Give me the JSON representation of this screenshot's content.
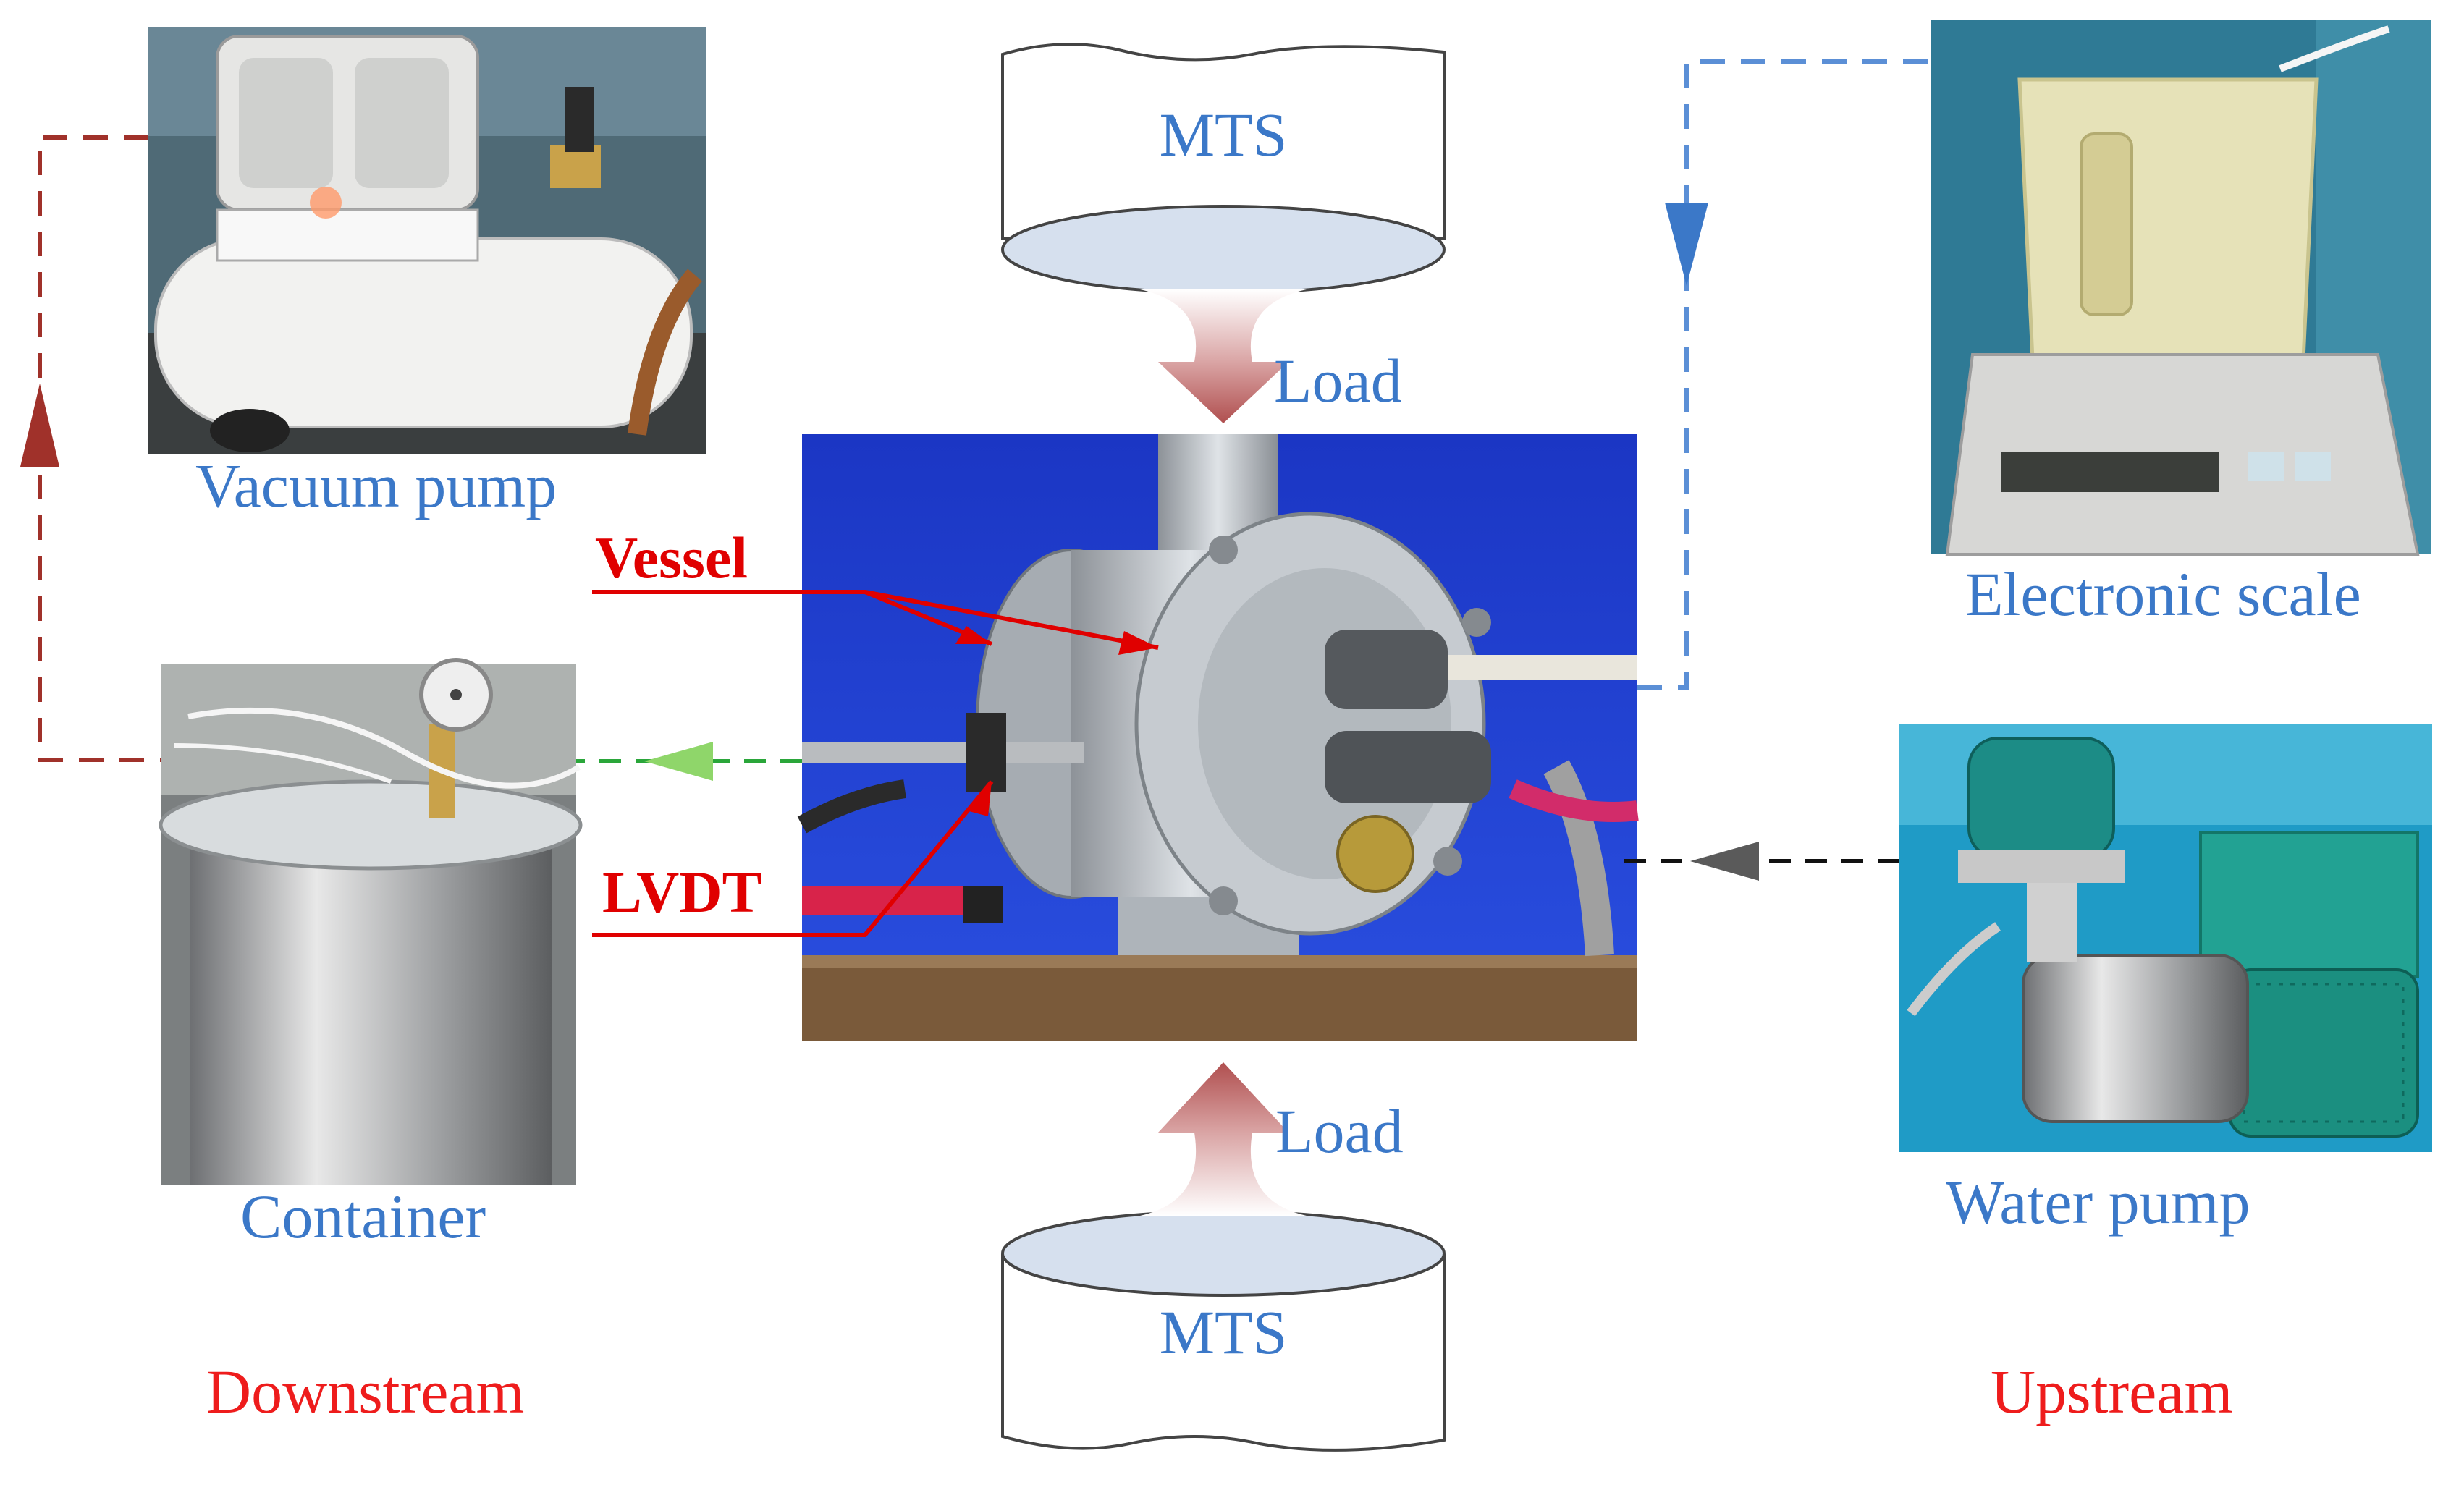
{
  "labels": {
    "mts_top": "MTS",
    "mts_bottom": "MTS",
    "load_top": "Load",
    "load_bottom": "Load",
    "vacuum_pump": "Vacuum pump",
    "container": "Container",
    "electronic_scale": "Electronic scale",
    "water_pump": "Water pump",
    "vessel": "Vessel",
    "lvdt": "LVDT",
    "downstream": "Downstream",
    "upstream": "Upstream"
  },
  "colors": {
    "label_blue": "#3b78c8",
    "label_red": "#ee1c1c",
    "pointer_red": "#e00000",
    "vacuum_line": "#a0312a",
    "scale_line": "#5b8fd6",
    "green_line": "#2aa63a",
    "water_line": "#111111",
    "load_arrow": "#b85a5a",
    "photo_blue_backdrop": "#1a3fd0"
  },
  "icons": {
    "mts_top": "cylinder-top-icon",
    "mts_bottom": "cylinder-bottom-icon",
    "vacuum_pump_photo": "vacuum-pump-photo",
    "container_photo": "vacuum-container-photo",
    "scale_photo": "electronic-scale-photo",
    "water_pump_photo": "water-pump-photo",
    "vessel_photo": "pressure-vessel-photo"
  }
}
